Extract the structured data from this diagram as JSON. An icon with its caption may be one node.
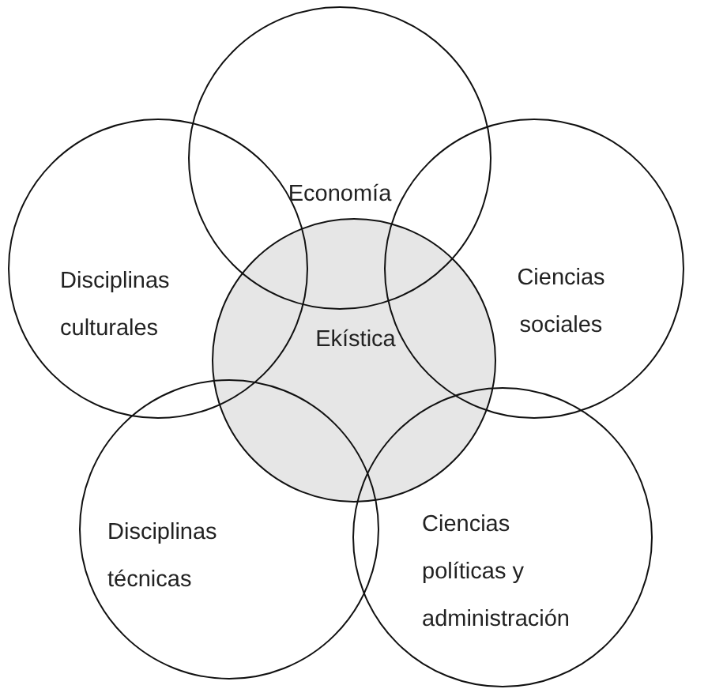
{
  "diagram": {
    "nodes": [
      {
        "text": [
          "Economía"
        ]
      },
      {
        "text": [
          "Disciplinas culturales"
        ]
      },
      {
        "text": [
          "Ciencias sociales"
        ]
      },
      {
        "text": [
          "Ekística"
        ]
      },
      {
        "text": [
          "Disciplinas técnicas"
        ]
      },
      {
        "text": [
          "Ciencias políticas y administración"
        ]
      }
    ]
  }
}
